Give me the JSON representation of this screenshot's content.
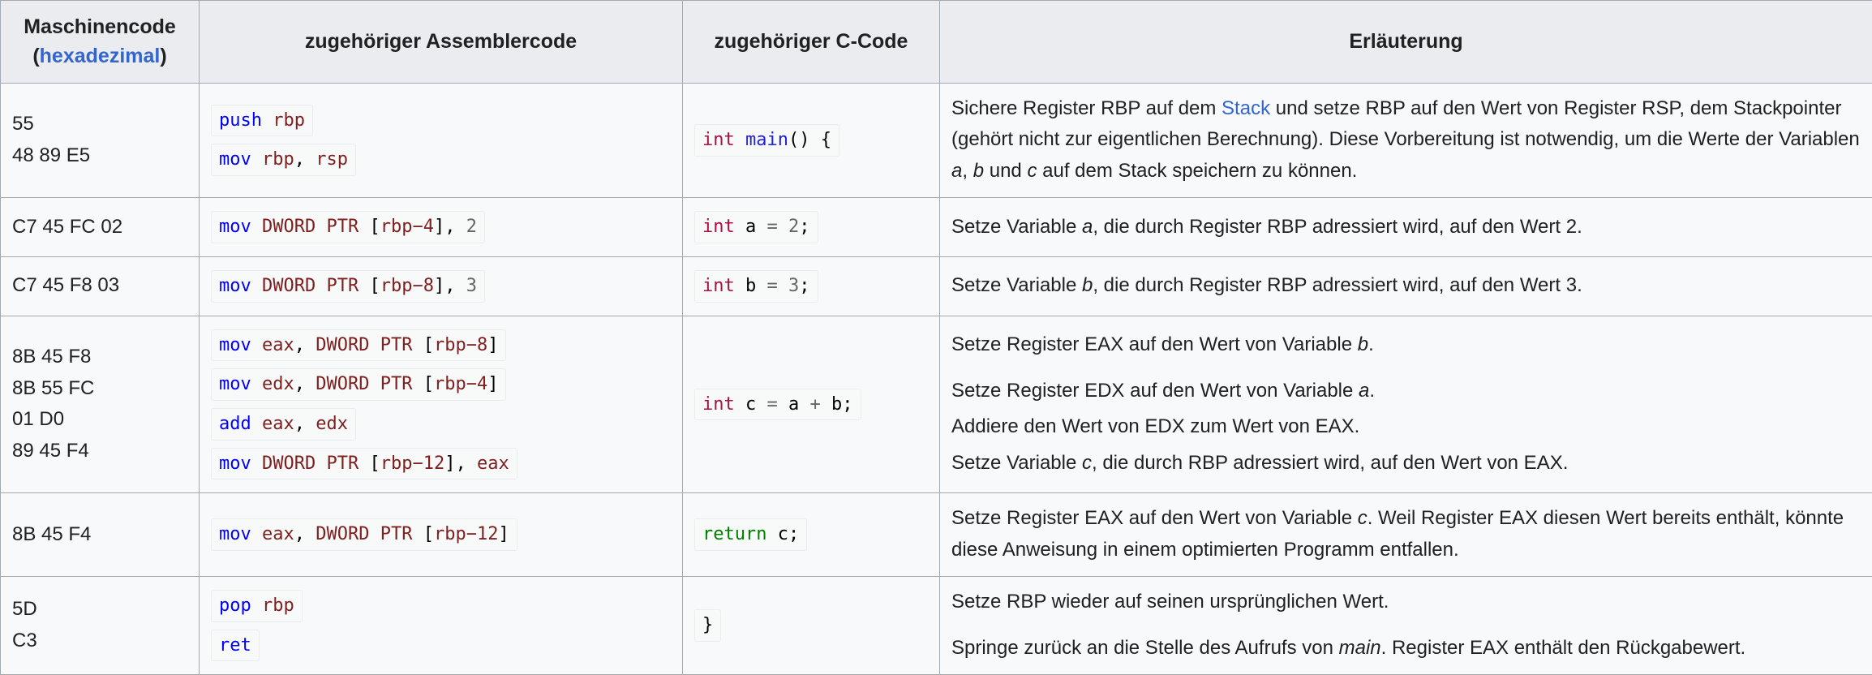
{
  "table": {
    "headers": [
      {
        "label_main": "Maschinencode",
        "label_sub_open": "(",
        "label_sub_link": "hexadezimal",
        "label_sub_close": ")"
      },
      {
        "label_main": "zugehöriger Assemblercode"
      },
      {
        "label_main": "zugehöriger C-Code"
      },
      {
        "label_main": "Erläuterung"
      }
    ],
    "rows": [
      {
        "hex": [
          "55",
          "48 89 E5"
        ],
        "asm": [
          {
            "tokens": [
              {
                "t": "push",
                "c": "kw"
              },
              {
                "t": " ",
                "c": "plain"
              },
              {
                "t": "rbp",
                "c": "reg"
              }
            ]
          },
          {
            "tokens": [
              {
                "t": "mov",
                "c": "kw"
              },
              {
                "t": " ",
                "c": "plain"
              },
              {
                "t": "rbp",
                "c": "reg"
              },
              {
                "t": ",",
                "c": "punct"
              },
              {
                "t": " ",
                "c": "plain"
              },
              {
                "t": "rsp",
                "c": "reg"
              }
            ]
          }
        ],
        "c": [
          {
            "tokens": [
              {
                "t": "int",
                "c": "type"
              },
              {
                "t": " ",
                "c": "plain"
              },
              {
                "t": "main",
                "c": "fn"
              },
              {
                "t": "() {",
                "c": "punct"
              }
            ]
          }
        ],
        "explanation": [
          {
            "segments": [
              {
                "text": "Sichere Register RBP auf dem ",
                "style": "plain"
              },
              {
                "text": "Stack",
                "style": "link"
              },
              {
                "text": " und setze RBP auf den Wert von Register RSP, dem Stackpointer (gehört nicht zur eigentlichen Berechnung). Diese Vorbereitung ist notwendig, um die Werte der Variablen ",
                "style": "plain"
              },
              {
                "text": "a",
                "style": "italic"
              },
              {
                "text": ", ",
                "style": "plain"
              },
              {
                "text": "b",
                "style": "italic"
              },
              {
                "text": " und ",
                "style": "plain"
              },
              {
                "text": "c",
                "style": "italic"
              },
              {
                "text": " auf dem Stack speichern zu können.",
                "style": "plain"
              }
            ]
          }
        ]
      },
      {
        "hex": [
          "C7 45 FC 02"
        ],
        "asm": [
          {
            "tokens": [
              {
                "t": "mov",
                "c": "kw"
              },
              {
                "t": " ",
                "c": "plain"
              },
              {
                "t": "DWORD PTR",
                "c": "reg"
              },
              {
                "t": " ",
                "c": "plain"
              },
              {
                "t": "[",
                "c": "punct"
              },
              {
                "t": "rbp−4",
                "c": "reg"
              },
              {
                "t": "],",
                "c": "punct"
              },
              {
                "t": " ",
                "c": "plain"
              },
              {
                "t": "2",
                "c": "num"
              }
            ]
          }
        ],
        "c": [
          {
            "tokens": [
              {
                "t": "int",
                "c": "type"
              },
              {
                "t": " ",
                "c": "plain"
              },
              {
                "t": "a",
                "c": "plain"
              },
              {
                "t": " ",
                "c": "plain"
              },
              {
                "t": "=",
                "c": "op"
              },
              {
                "t": " ",
                "c": "plain"
              },
              {
                "t": "2",
                "c": "num"
              },
              {
                "t": ";",
                "c": "punct"
              }
            ]
          }
        ],
        "explanation": [
          {
            "segments": [
              {
                "text": "Setze Variable ",
                "style": "plain"
              },
              {
                "text": "a",
                "style": "italic"
              },
              {
                "text": ", die durch Register RBP adressiert wird, auf den Wert 2.",
                "style": "plain"
              }
            ]
          }
        ]
      },
      {
        "hex": [
          "C7 45 F8 03"
        ],
        "asm": [
          {
            "tokens": [
              {
                "t": "mov",
                "c": "kw"
              },
              {
                "t": " ",
                "c": "plain"
              },
              {
                "t": "DWORD PTR",
                "c": "reg"
              },
              {
                "t": " ",
                "c": "plain"
              },
              {
                "t": "[",
                "c": "punct"
              },
              {
                "t": "rbp−8",
                "c": "reg"
              },
              {
                "t": "],",
                "c": "punct"
              },
              {
                "t": " ",
                "c": "plain"
              },
              {
                "t": "3",
                "c": "num"
              }
            ]
          }
        ],
        "c": [
          {
            "tokens": [
              {
                "t": "int",
                "c": "type"
              },
              {
                "t": " ",
                "c": "plain"
              },
              {
                "t": "b",
                "c": "plain"
              },
              {
                "t": " ",
                "c": "plain"
              },
              {
                "t": "=",
                "c": "op"
              },
              {
                "t": " ",
                "c": "plain"
              },
              {
                "t": "3",
                "c": "num"
              },
              {
                "t": ";",
                "c": "punct"
              }
            ]
          }
        ],
        "explanation": [
          {
            "segments": [
              {
                "text": "Setze Variable ",
                "style": "plain"
              },
              {
                "text": "b",
                "style": "italic"
              },
              {
                "text": ", die durch Register RBP adressiert wird, auf den Wert 3.",
                "style": "plain"
              }
            ]
          }
        ]
      },
      {
        "hex": [
          "8B 45 F8",
          "8B 55 FC",
          "01 D0",
          "89 45 F4"
        ],
        "asm": [
          {
            "tokens": [
              {
                "t": "mov",
                "c": "kw"
              },
              {
                "t": " ",
                "c": "plain"
              },
              {
                "t": "eax",
                "c": "reg"
              },
              {
                "t": ",",
                "c": "punct"
              },
              {
                "t": " ",
                "c": "plain"
              },
              {
                "t": "DWORD PTR",
                "c": "reg"
              },
              {
                "t": " ",
                "c": "plain"
              },
              {
                "t": "[",
                "c": "punct"
              },
              {
                "t": "rbp−8",
                "c": "reg"
              },
              {
                "t": "]",
                "c": "punct"
              }
            ]
          },
          {
            "tokens": [
              {
                "t": "mov",
                "c": "kw"
              },
              {
                "t": " ",
                "c": "plain"
              },
              {
                "t": "edx",
                "c": "reg"
              },
              {
                "t": ",",
                "c": "punct"
              },
              {
                "t": " ",
                "c": "plain"
              },
              {
                "t": "DWORD PTR",
                "c": "reg"
              },
              {
                "t": " ",
                "c": "plain"
              },
              {
                "t": "[",
                "c": "punct"
              },
              {
                "t": "rbp−4",
                "c": "reg"
              },
              {
                "t": "]",
                "c": "punct"
              }
            ]
          },
          {
            "tokens": [
              {
                "t": "add",
                "c": "kw"
              },
              {
                "t": " ",
                "c": "plain"
              },
              {
                "t": "eax",
                "c": "reg"
              },
              {
                "t": ",",
                "c": "punct"
              },
              {
                "t": " ",
                "c": "plain"
              },
              {
                "t": "edx",
                "c": "reg"
              }
            ]
          },
          {
            "tokens": [
              {
                "t": "mov",
                "c": "kw"
              },
              {
                "t": " ",
                "c": "plain"
              },
              {
                "t": "DWORD PTR",
                "c": "reg"
              },
              {
                "t": " ",
                "c": "plain"
              },
              {
                "t": "[",
                "c": "punct"
              },
              {
                "t": "rbp−12",
                "c": "reg"
              },
              {
                "t": "],",
                "c": "punct"
              },
              {
                "t": " ",
                "c": "plain"
              },
              {
                "t": "eax",
                "c": "reg"
              }
            ]
          }
        ],
        "c": [
          {
            "tokens": [
              {
                "t": "int",
                "c": "type"
              },
              {
                "t": " ",
                "c": "plain"
              },
              {
                "t": "c",
                "c": "plain"
              },
              {
                "t": " ",
                "c": "plain"
              },
              {
                "t": "=",
                "c": "op"
              },
              {
                "t": " ",
                "c": "plain"
              },
              {
                "t": "a",
                "c": "plain"
              },
              {
                "t": " ",
                "c": "plain"
              },
              {
                "t": "+",
                "c": "op"
              },
              {
                "t": " ",
                "c": "plain"
              },
              {
                "t": "b",
                "c": "plain"
              },
              {
                "t": ";",
                "c": "punct"
              }
            ]
          }
        ],
        "explanation": [
          {
            "segments": [
              {
                "text": "Setze Register EAX auf den Wert von Variable ",
                "style": "plain"
              },
              {
                "text": "b",
                "style": "italic"
              },
              {
                "text": ".",
                "style": "plain"
              }
            ]
          },
          {
            "segments": [
              {
                "text": "Setze Register EDX auf den Wert von Variable ",
                "style": "plain"
              },
              {
                "text": "a",
                "style": "italic"
              },
              {
                "text": ".",
                "style": "plain"
              }
            ],
            "tight": true
          },
          {
            "segments": [
              {
                "text": "Addiere den Wert von EDX zum Wert von EAX.",
                "style": "plain"
              }
            ],
            "tight": true
          },
          {
            "segments": [
              {
                "text": "Setze Variable ",
                "style": "plain"
              },
              {
                "text": "c",
                "style": "italic"
              },
              {
                "text": ", die durch RBP adressiert wird, auf den Wert von EAX.",
                "style": "plain"
              }
            ],
            "tight": true
          }
        ]
      },
      {
        "hex": [
          "8B 45 F4"
        ],
        "asm": [
          {
            "tokens": [
              {
                "t": "mov",
                "c": "kw"
              },
              {
                "t": " ",
                "c": "plain"
              },
              {
                "t": "eax",
                "c": "reg"
              },
              {
                "t": ",",
                "c": "punct"
              },
              {
                "t": " ",
                "c": "plain"
              },
              {
                "t": "DWORD PTR",
                "c": "reg"
              },
              {
                "t": " ",
                "c": "plain"
              },
              {
                "t": "[",
                "c": "punct"
              },
              {
                "t": "rbp−12",
                "c": "reg"
              },
              {
                "t": "]",
                "c": "punct"
              }
            ]
          }
        ],
        "c": [
          {
            "tokens": [
              {
                "t": "return",
                "c": "return"
              },
              {
                "t": " ",
                "c": "plain"
              },
              {
                "t": "c",
                "c": "plain"
              },
              {
                "t": ";",
                "c": "punct"
              }
            ]
          }
        ],
        "explanation": [
          {
            "segments": [
              {
                "text": "Setze Register EAX auf den Wert von Variable ",
                "style": "plain"
              },
              {
                "text": "c",
                "style": "italic"
              },
              {
                "text": ". Weil Register EAX diesen Wert bereits enthält, könnte diese Anweisung in einem optimierten Programm entfallen.",
                "style": "plain"
              }
            ]
          }
        ]
      },
      {
        "hex": [
          "5D",
          "C3"
        ],
        "asm": [
          {
            "tokens": [
              {
                "t": "pop",
                "c": "kw"
              },
              {
                "t": " ",
                "c": "plain"
              },
              {
                "t": "rbp",
                "c": "reg"
              }
            ]
          },
          {
            "tokens": [
              {
                "t": "ret",
                "c": "kw"
              }
            ]
          }
        ],
        "c": [
          {
            "tokens": [
              {
                "t": "}",
                "c": "punct"
              }
            ]
          }
        ],
        "explanation": [
          {
            "segments": [
              {
                "text": "Setze RBP wieder auf seinen ursprünglichen Wert.",
                "style": "plain"
              }
            ]
          },
          {
            "segments": [
              {
                "text": "Springe zurück an die Stelle des Aufrufs von ",
                "style": "plain"
              },
              {
                "text": "main",
                "style": "italic"
              },
              {
                "text": ". Register EAX enthält den Rückgabewert.",
                "style": "plain"
              }
            ]
          }
        ]
      }
    ]
  },
  "colors": {
    "header_bg": "#eaecf0",
    "cell_bg": "#f8f9fa",
    "border": "#a2a9b1",
    "link": "#3366cc",
    "asm_keyword": "#0000ff",
    "asm_register": "#7f1f1f",
    "c_type": "#aa1144",
    "c_function": "#2020dd",
    "c_return": "#008000",
    "number": "#666666"
  }
}
